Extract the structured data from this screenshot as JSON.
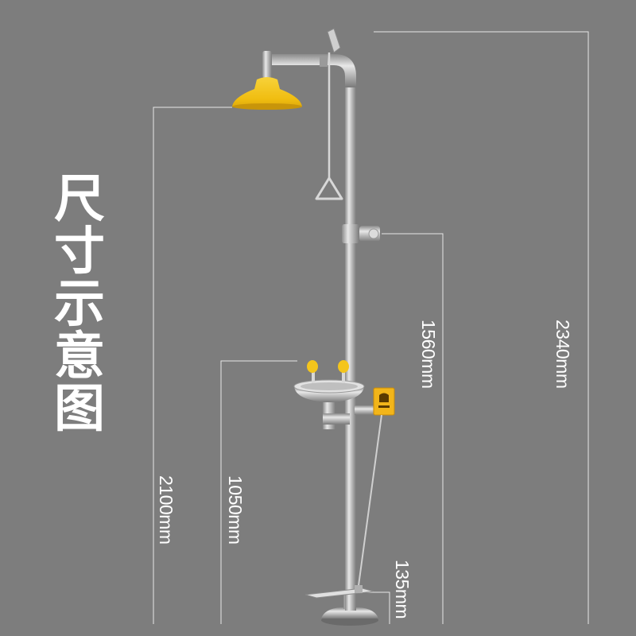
{
  "title": [
    "尺",
    "寸",
    "示",
    "意",
    "图"
  ],
  "dimensions": [
    {
      "id": "total_height",
      "label": "2340mm"
    },
    {
      "id": "valve_height",
      "label": "1560mm"
    },
    {
      "id": "shower_head_height",
      "label": "2100mm"
    },
    {
      "id": "eyewash_bowl_height",
      "label": "1050mm"
    },
    {
      "id": "foot_pedal_height",
      "label": "135mm"
    }
  ],
  "colors": {
    "background": "#7d7d7d",
    "dimension_lines": "#e6e6e6",
    "shower_head": "#f2c21b",
    "stainless": "#c8c8c8",
    "text": "#ffffff"
  }
}
